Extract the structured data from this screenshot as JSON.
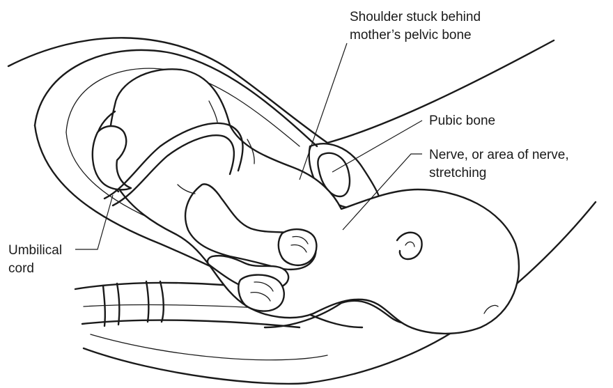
{
  "labels": {
    "shoulder": {
      "line1": "Shoulder stuck behind",
      "line2": "mother’s pelvic bone"
    },
    "pubic": "Pubic bone",
    "nerve": {
      "line1": "Nerve, or area of nerve,",
      "line2": "stretching"
    },
    "cord": {
      "line1": "Umbilical",
      "line2": "cord"
    }
  }
}
